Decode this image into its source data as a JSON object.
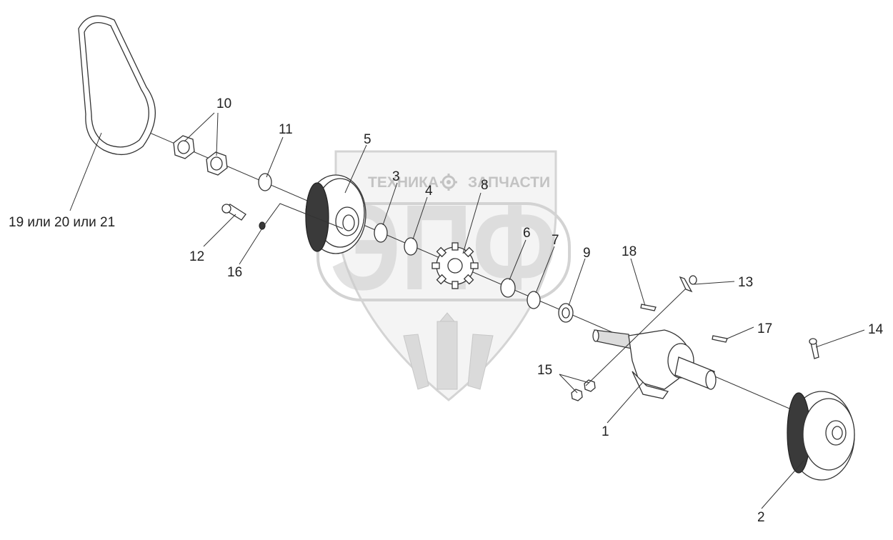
{
  "watermark": {
    "brand_left": "ТЕХНИКА",
    "brand_right": "ЗАПЧАСТИ",
    "logo_letters": "ЭПФ",
    "gear_icon": "gear-icon"
  },
  "callouts": {
    "c1": "1",
    "c2": "2",
    "c3": "3",
    "c4": "4",
    "c5": "5",
    "c6": "6",
    "c7": "7",
    "c8": "8",
    "c9": "9",
    "c10": "10",
    "c11": "11",
    "c12": "12",
    "c13": "13",
    "c14": "14",
    "c15": "15",
    "c16": "16",
    "c17": "17",
    "c18": "18",
    "c19": "19 или 20 или 21"
  }
}
